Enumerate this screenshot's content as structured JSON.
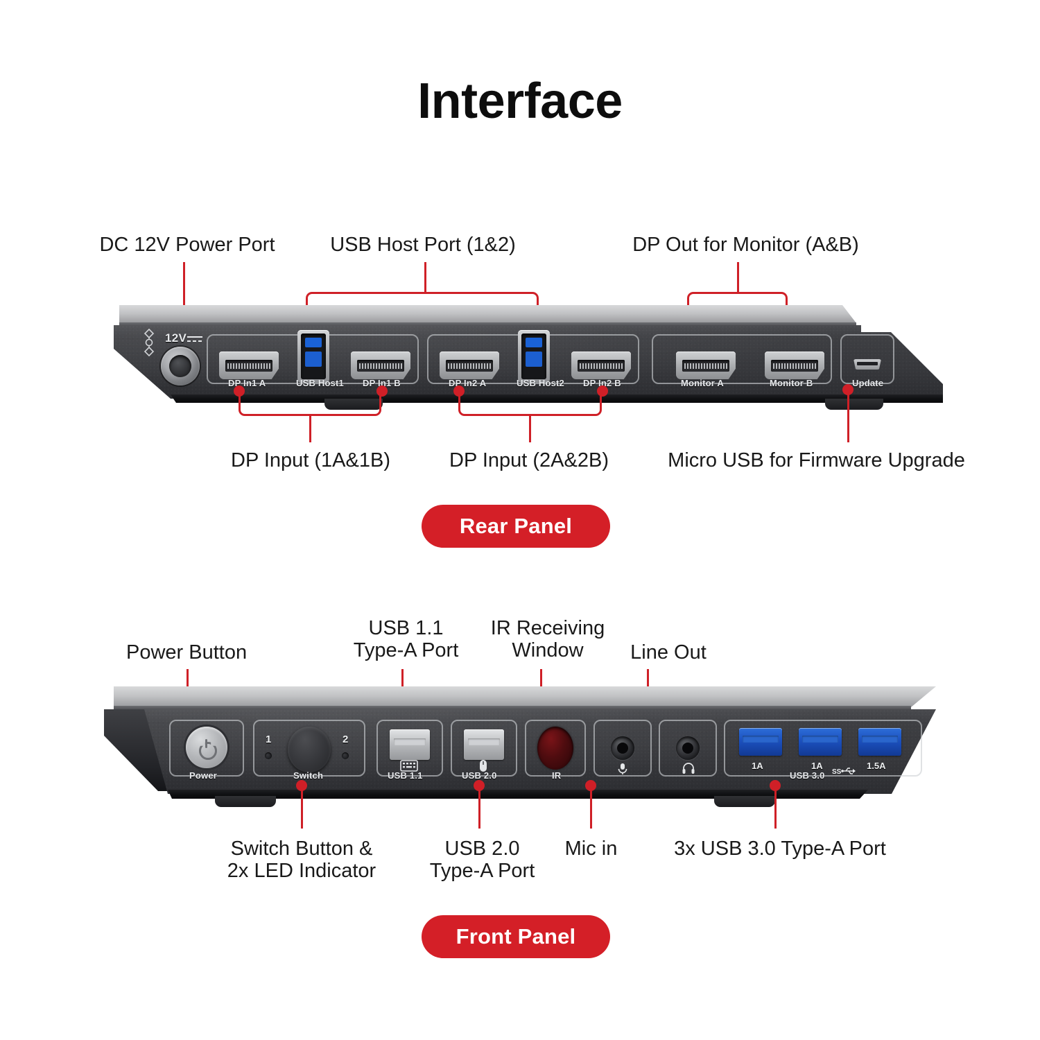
{
  "page": {
    "title": "Interface"
  },
  "rear": {
    "badge": "Rear Panel",
    "callouts_top": [
      {
        "text": "DC 12V Power Port"
      },
      {
        "text": "USB Host Port (1&2)"
      },
      {
        "text": "DP Out for Monitor (A&B)"
      }
    ],
    "callouts_bottom": [
      {
        "text": "DP Input (1A&1B)"
      },
      {
        "text": "DP Input (2A&2B)"
      },
      {
        "text": "Micro USB for Firmware Upgrade"
      }
    ],
    "power_marking": "12V",
    "ports": [
      {
        "label": "DP In1 A",
        "type": "displayport"
      },
      {
        "label": "USB Host1",
        "type": "usb-b"
      },
      {
        "label": "DP In1 B",
        "type": "displayport"
      },
      {
        "label": "DP In2 A",
        "type": "displayport"
      },
      {
        "label": "USB Host2",
        "type": "usb-b"
      },
      {
        "label": "DP In2 B",
        "type": "displayport"
      },
      {
        "label": "Monitor A",
        "type": "displayport"
      },
      {
        "label": "Monitor B",
        "type": "displayport"
      },
      {
        "label": "Update",
        "type": "micro-usb"
      }
    ]
  },
  "front": {
    "badge": "Front Panel",
    "callouts_top": [
      {
        "text": "Power Button"
      },
      {
        "text": "USB 1.1\nType-A Port"
      },
      {
        "text": "IR Receiving\nWindow"
      },
      {
        "text": "Line Out"
      }
    ],
    "callouts_bottom": [
      {
        "text": "Switch Button &\n2x LED Indicator"
      },
      {
        "text": "USB 2.0\nType-A Port"
      },
      {
        "text": "Mic in"
      },
      {
        "text": "3x USB 3.0 Type-A Port"
      }
    ],
    "ports": [
      {
        "label": "Power",
        "type": "power-button"
      },
      {
        "label": "Switch",
        "type": "switch-button"
      },
      {
        "label": "USB 1.1",
        "type": "usb-a"
      },
      {
        "label": "USB 2.0",
        "type": "usb-a"
      },
      {
        "label": "IR",
        "type": "ir-window"
      },
      {
        "label": "",
        "type": "mic-jack"
      },
      {
        "label": "",
        "type": "headphone-jack"
      },
      {
        "label": "USB 3.0",
        "type": "usb-a-3"
      }
    ],
    "led_numbers": [
      "1",
      "2"
    ],
    "usb3_currents": [
      "1A",
      "1A",
      "1.5A"
    ],
    "usb3_group_label": "USB 3.0"
  },
  "colors": {
    "accent_red": "#d41f27",
    "leader_red": "#cf2027",
    "chassis_dark": "#37383c",
    "chassis_top": "#c2c3c5",
    "usb3_blue": "#1b4fbd"
  }
}
